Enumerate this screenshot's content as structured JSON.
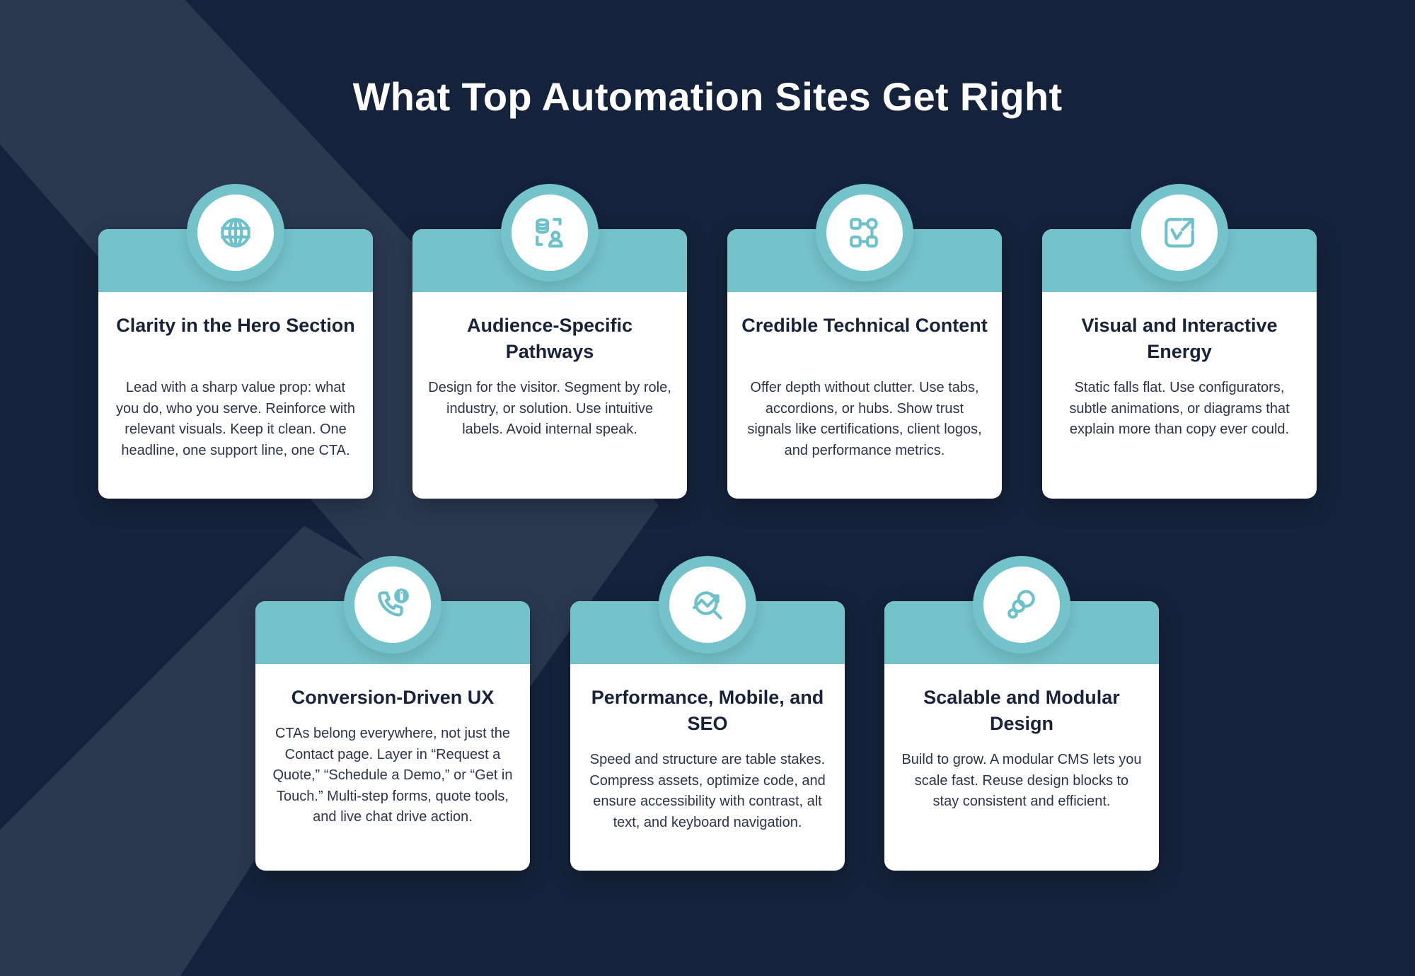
{
  "title": "What Top Automation Sites Get Right",
  "colors": {
    "background": "#15223b",
    "shape": "#2a3850",
    "accent": "#74c3cb",
    "card": "#ffffff",
    "heading": "#18233a"
  },
  "cards": [
    {
      "icon": "globe-icon",
      "title": "Clarity in the Hero Section",
      "body": "Lead with a sharp value prop: what you do, who you serve. Reinforce with relevant visuals. Keep it clean. One headline, one support line, one CTA."
    },
    {
      "icon": "database-user-icon",
      "title": "Audience-Specific Pathways",
      "body": "Design for the visitor. Segment by role, industry, or solution. Use intuitive labels. Avoid internal speak."
    },
    {
      "icon": "nodes-icon",
      "title": "Credible Technical Content",
      "body": "Offer depth without clutter. Use tabs, accordions, or hubs. Show trust signals like certifications, client logos, and performance metrics."
    },
    {
      "icon": "interactive-chart-icon",
      "title": "Visual and Interactive Energy",
      "body": "Static falls flat. Use configurators, subtle animations, or diagrams that explain more than copy ever could."
    },
    {
      "icon": "phone-info-icon",
      "title": "Conversion-Driven UX",
      "body": "CTAs belong everywhere, not just the Contact page. Layer in “Request a Quote,” “Schedule a Demo,” or “Get in Touch.” Multi-step forms, quote tools, and live chat drive action."
    },
    {
      "icon": "chart-search-icon",
      "title": "Performance, Mobile, and SEO",
      "body": "Speed and structure are table stakes. Compress assets, optimize code, and ensure accessibility with contrast, alt text, and keyboard navigation."
    },
    {
      "icon": "modules-icon",
      "title": "Scalable and Modular Design",
      "body": "Build to grow. A modular CMS lets you scale fast. Reuse design blocks to stay consistent and efficient."
    }
  ]
}
